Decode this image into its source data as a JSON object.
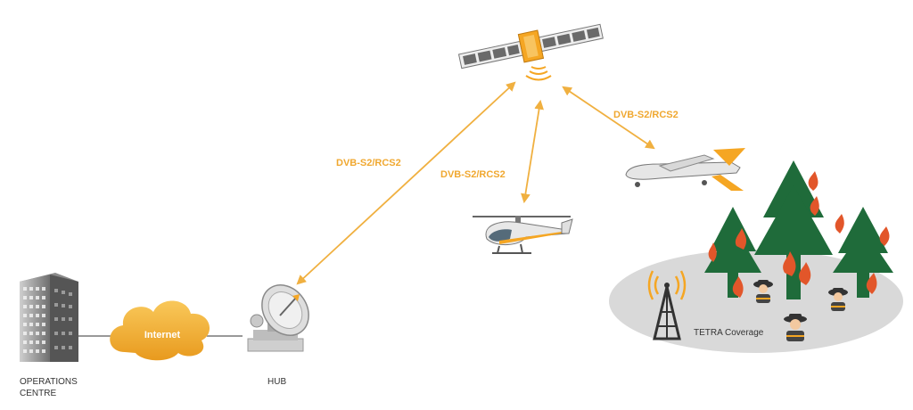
{
  "nodes": {
    "operations_centre": {
      "line1": "OPERATIONS",
      "line2": "CENTRE"
    },
    "internet": "Internet",
    "hub": "HUB",
    "tetra": "TETRA Coverage"
  },
  "links": {
    "hub_satellite": "DVB-S2/RCS2",
    "helicopter_satellite": "DVB-S2/RCS2",
    "drone_satellite": "DVB-S2/RCS2"
  },
  "colors": {
    "accent": "#f5a623",
    "link": "#f0b040",
    "tree": "#1f6b3a",
    "coverage": "#d8d8d8",
    "cloud": "#f3b33a"
  },
  "icons": [
    "building-icon",
    "cloud-icon",
    "satellite-dish-icon",
    "satellite-icon",
    "helicopter-icon",
    "drone-icon",
    "tree-icon",
    "fire-icon",
    "radio-tower-icon",
    "firefighter-icon"
  ]
}
